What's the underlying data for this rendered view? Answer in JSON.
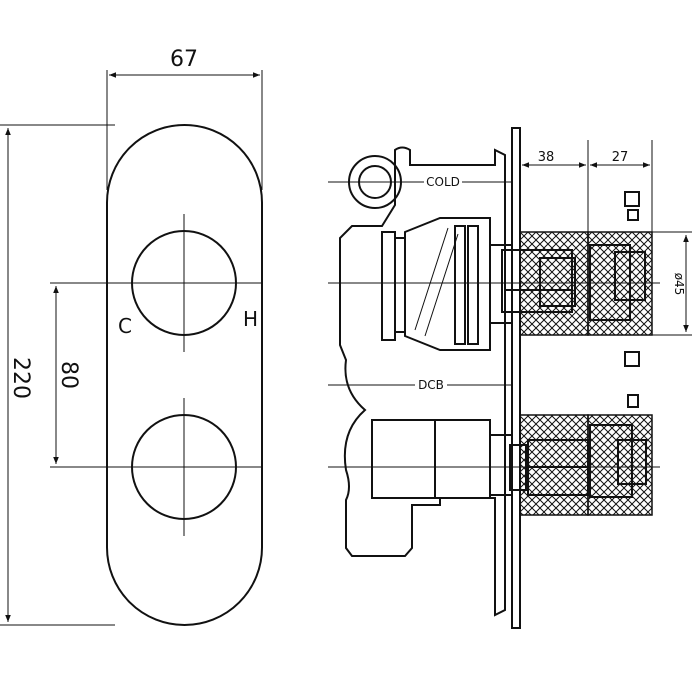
{
  "front_view": {
    "width_dim": "67",
    "height_dim": "220",
    "centers_dim": "80",
    "left_label": "C",
    "right_label": "H"
  },
  "side_view": {
    "depth_dim": "38",
    "knob_depth_dim": "27",
    "knob_diameter_dim": "ø45",
    "top_inlet_label": "COLD",
    "middle_label": "DCB"
  }
}
